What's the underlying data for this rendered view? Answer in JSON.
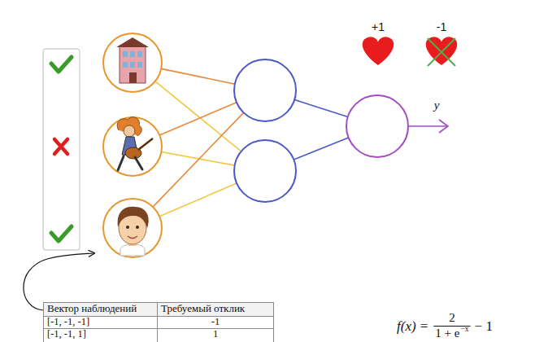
{
  "diagram": {
    "labels": [
      "+1",
      "-1",
      "y",
      "Вектор наблюдений",
      "Требуемый отклик",
      "[-1, -1, -1]",
      "-1",
      "[-1, -1, 1]",
      "1",
      "f(x) =",
      "2",
      "1 + e",
      "−x",
      "− 1"
    ]
  }
}
